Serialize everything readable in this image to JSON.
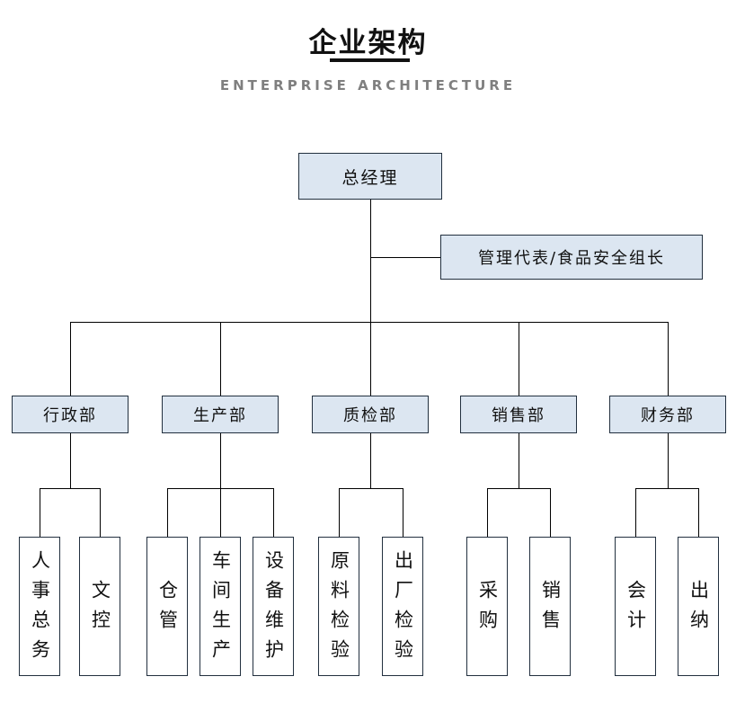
{
  "header": {
    "title": "企业架构",
    "subtitle": "ENTERPRISE ARCHITECTURE"
  },
  "chart": {
    "type": "org-chart",
    "root": {
      "label": "总经理"
    },
    "staff": {
      "label": "管理代表/食品安全组长"
    },
    "departments": [
      {
        "label": "行政部",
        "children": [
          {
            "label": "人事总务"
          },
          {
            "label": "文控"
          }
        ]
      },
      {
        "label": "生产部",
        "children": [
          {
            "label": "仓管"
          },
          {
            "label": "车间生产"
          },
          {
            "label": "设备维护"
          }
        ]
      },
      {
        "label": "质检部",
        "children": [
          {
            "label": "原料检验"
          },
          {
            "label": "出厂检验"
          }
        ]
      },
      {
        "label": "销售部",
        "children": [
          {
            "label": "采购"
          },
          {
            "label": "销售"
          }
        ]
      },
      {
        "label": "财务部",
        "children": [
          {
            "label": "会计"
          },
          {
            "label": "出纳"
          }
        ]
      }
    ],
    "colors": {
      "box_fill": "#dce6f1",
      "leaf_fill": "#ffffff",
      "box_border": "#22303f",
      "line": "#000000",
      "title": "#111111",
      "subtitle": "#7f7f7f"
    }
  }
}
